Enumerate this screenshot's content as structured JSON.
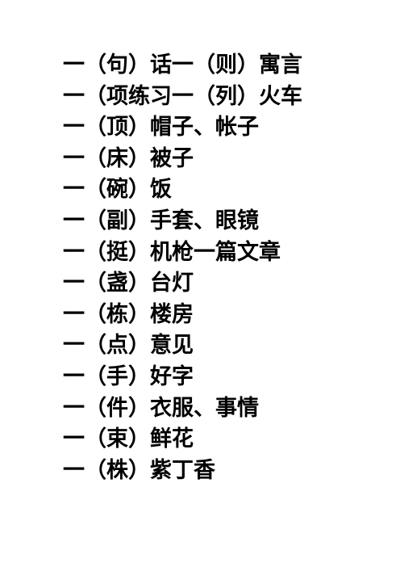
{
  "document": {
    "lines": [
      "一（句）话一（则）寓言",
      "一（项练习一（列）火车",
      "一（顶）帽子、帐子",
      "一（床）被子",
      "一（碗）饭",
      "一（副）手套、眼镜",
      "一（挺）机枪一篇文章",
      "一（盏）台灯",
      "一（栋）楼房",
      "一（点）意见",
      "一（手）好字",
      "一（件）衣服、事情",
      "一（束）鲜花",
      "一（株）紫丁香"
    ]
  }
}
